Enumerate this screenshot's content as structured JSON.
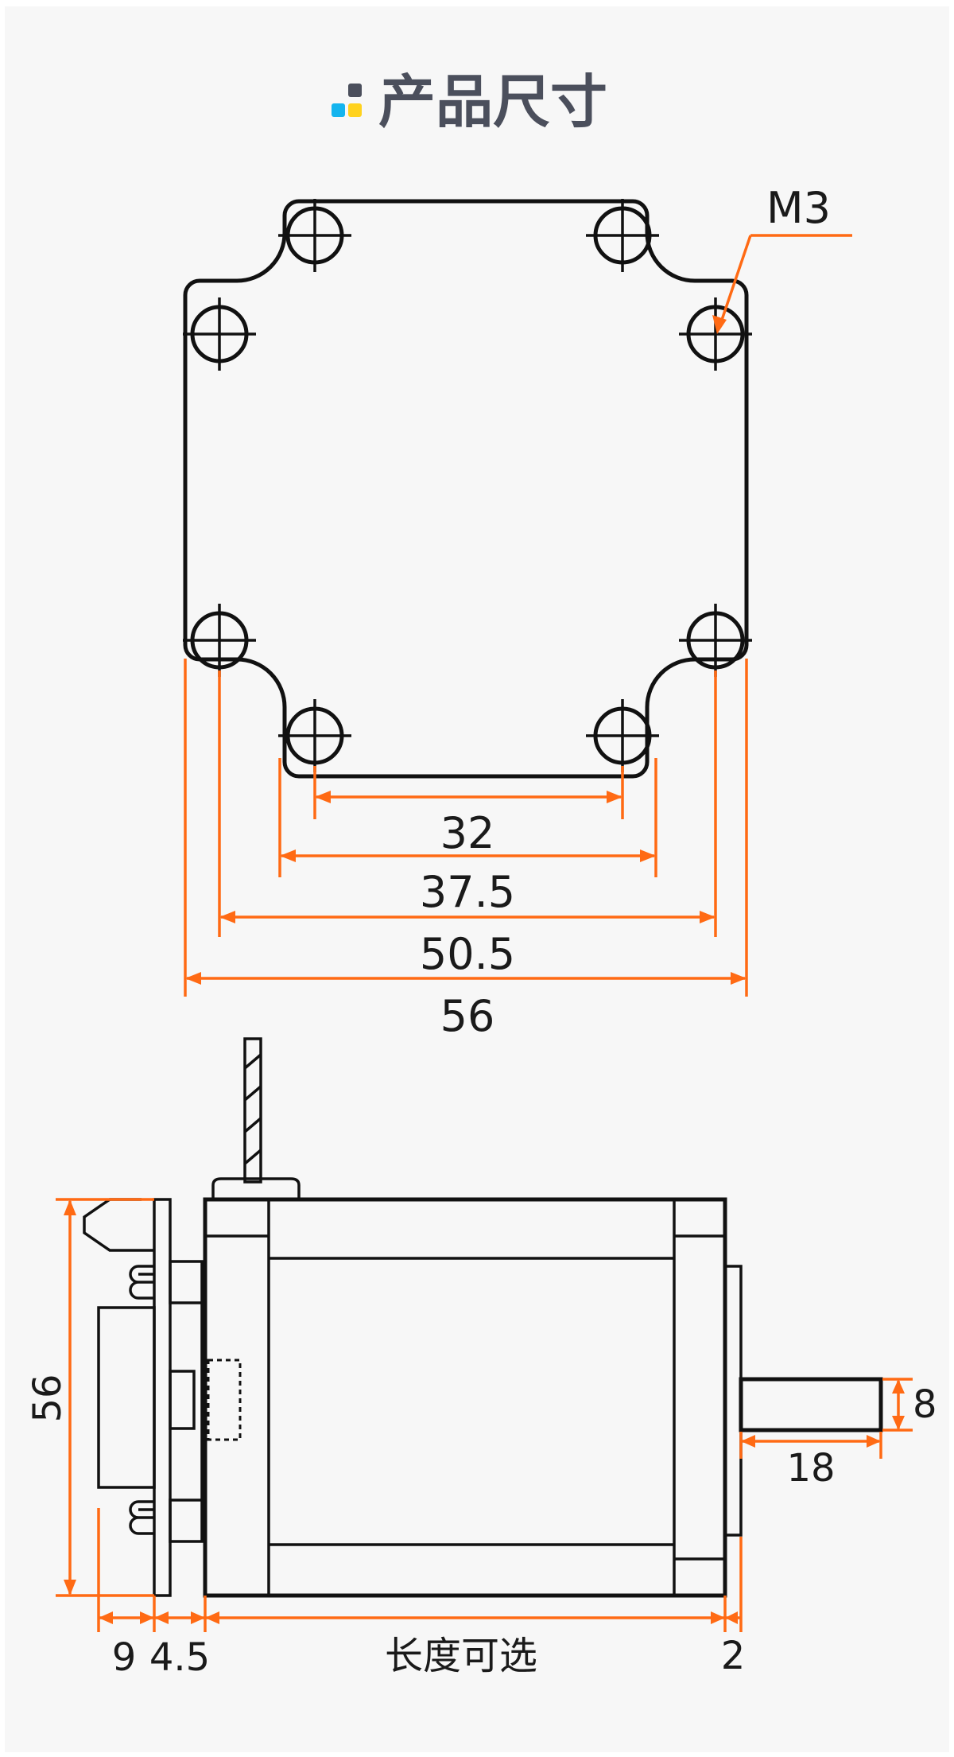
{
  "title": "产品尺寸",
  "colors": {
    "title": "#4b4f5c",
    "logo_gray": "#4b4f5c",
    "logo_blue": "#14b4ee",
    "logo_yellow": "#ffd21e",
    "dimension_line": "#ff6a14",
    "outline": "#111111",
    "background": "#f7f7f7"
  },
  "icons": {
    "logo": "four-square-logo-icon",
    "hole": "crosshair-hole-icon"
  },
  "front_view": {
    "hole_label": "M3",
    "dimensions": [
      "32",
      "37.5",
      "50.5",
      "56"
    ]
  },
  "side_view": {
    "height": "56",
    "shaft_diameter": "8",
    "shaft_length": "18",
    "connector_depth": "9",
    "flange_gap": "4.5",
    "body_length": "长度可选",
    "shaft_offset": "2"
  }
}
